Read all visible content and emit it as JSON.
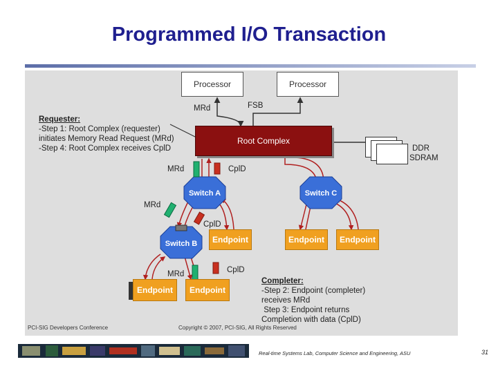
{
  "title": "Programmed I/O Transaction",
  "diagram": {
    "processor_left": "Processor",
    "processor_right": "Processor",
    "fsb_label": "FSB",
    "mrd_top": "MRd",
    "root_complex": "Root Complex",
    "ddr_line1": "DDR",
    "ddr_line2": "SDRAM",
    "mrd_rc": "MRd",
    "cpld_rc": "CplD",
    "switch_a": "Switch A",
    "switch_b": "Switch B",
    "switch_c": "Switch C",
    "mrd_ab": "MRd",
    "cpld_ab": "CplD",
    "mrd_b": "MRd",
    "cpld_b": "CplD",
    "endpoint_a": "Endpoint",
    "endpoint_c1": "Endpoint",
    "endpoint_c2": "Endpoint",
    "endpoint_b1": "Endpoint",
    "endpoint_b2": "Endpoint",
    "requester": {
      "heading": "Requester:",
      "lines": [
        "-Step 1: Root Complex (requester)",
        "initiates Memory Read Request (MRd)",
        "-Step 4: Root Complex receives CplD"
      ]
    },
    "completer": {
      "heading": "Completer:",
      "lines": [
        "-Step 2: Endpoint (completer)",
        "receives MRd",
        " Step 3: Endpoint returns",
        "Completion with data (CplD)"
      ]
    },
    "footer_left": "PCI-SIG Developers Conference",
    "footer_right": "Copyright © 2007, PCI-SIG, All Rights Reserved"
  },
  "slide_footer": "Real-time Systems Lab, Computer Science and Engineering, ASU",
  "page_number": "31",
  "colors": {
    "title": "#1f1f8f",
    "root_complex": "#8b1010",
    "endpoint": "#f0a020",
    "switch": "#3a6fd8",
    "link": "#b02020",
    "packet_green": "#20b070",
    "packet_red": "#c83020"
  }
}
